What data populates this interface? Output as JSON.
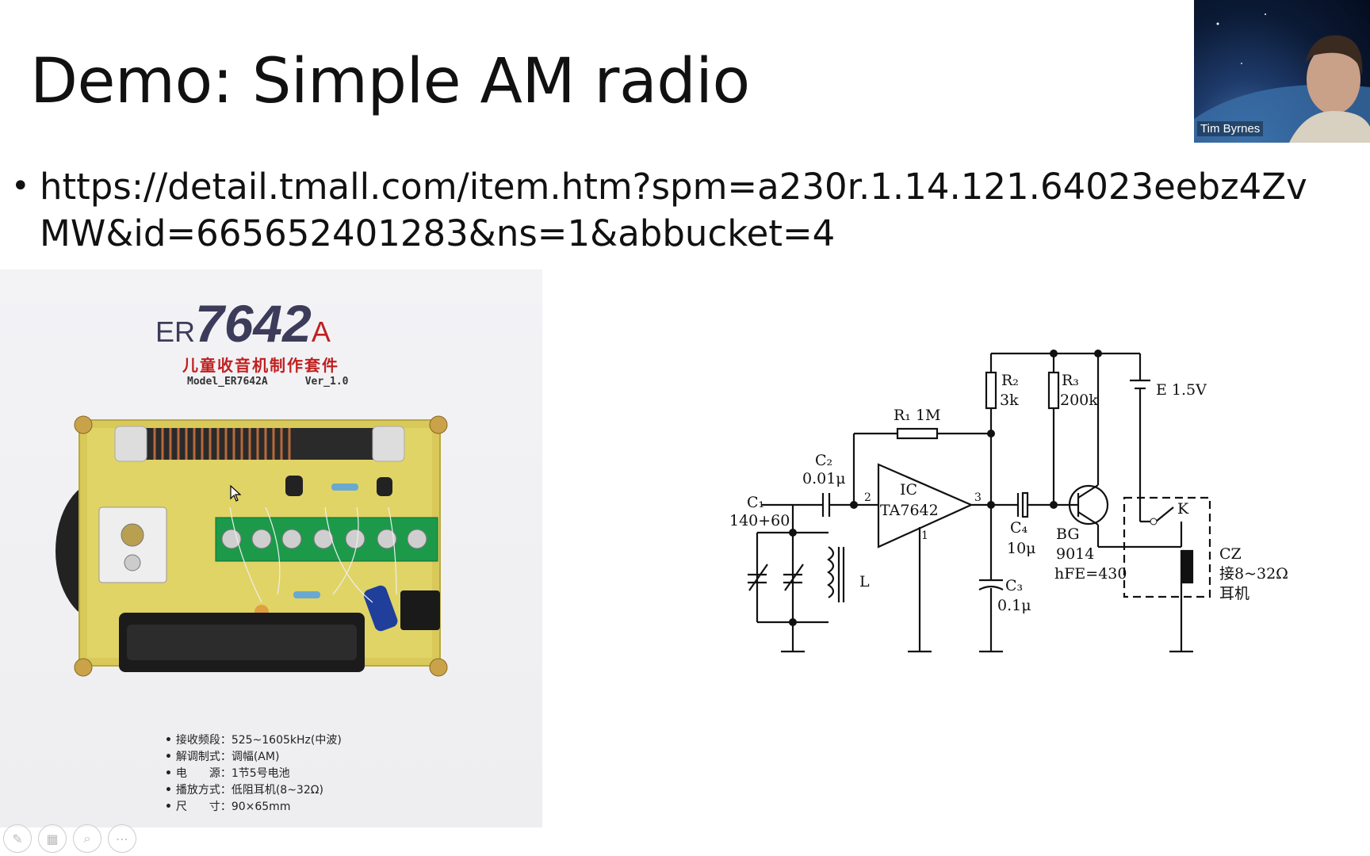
{
  "slide": {
    "title": "Demo: Simple AM radio",
    "bullet_symbol": "•",
    "bullet_text": "https://detail.tmall.com/item.htm?spm=a230r.1.14.121.64023eebz4ZvMW&id=665652401283&ns=1&abbucket=4"
  },
  "product": {
    "logo_prefix": "ER",
    "logo_number": "7642",
    "logo_suffix": "A",
    "kit_name": "儿童收音机制作套件",
    "model_line": "Model_ER7642A      Ver_1.0",
    "specs": [
      "接收频段：525~1605kHz(中波)",
      "解调制式：调幅(AM)",
      "电　　源：1节5号电池",
      "播放方式：低阻耳机(8~32Ω)",
      "尺　　寸：90×65mm"
    ]
  },
  "schematic": {
    "labels": {
      "r1": "R₁ 1M",
      "r2": "R₂",
      "r2_val": "3k",
      "r3": "R₃",
      "r3_val": "200k",
      "battery": "E 1.5V",
      "c2": "C₂",
      "c2_val": "0.01μ",
      "c1": "C₁",
      "c1_val": "140+60",
      "ic": "IC",
      "ic_model": "TA7642",
      "pin2": "2",
      "pin3": "3",
      "pin1": "1",
      "c4": "C₄",
      "c4_val": "10μ",
      "c3": "C₃",
      "c3_val": "0.1μ",
      "bg": "BG",
      "bg_model": "9014",
      "bg_hfe": "hFE=430",
      "k": "K",
      "l": "L",
      "cz": "CZ",
      "cz_desc": "接8~32Ω",
      "cz_desc2": "耳机"
    }
  },
  "webcam": {
    "participant_name": "Tim Byrnes"
  },
  "toolbar": {
    "pen_icon": "✎",
    "slides_icon": "▦",
    "zoom_icon": "⌕",
    "more_icon": "⋯"
  }
}
